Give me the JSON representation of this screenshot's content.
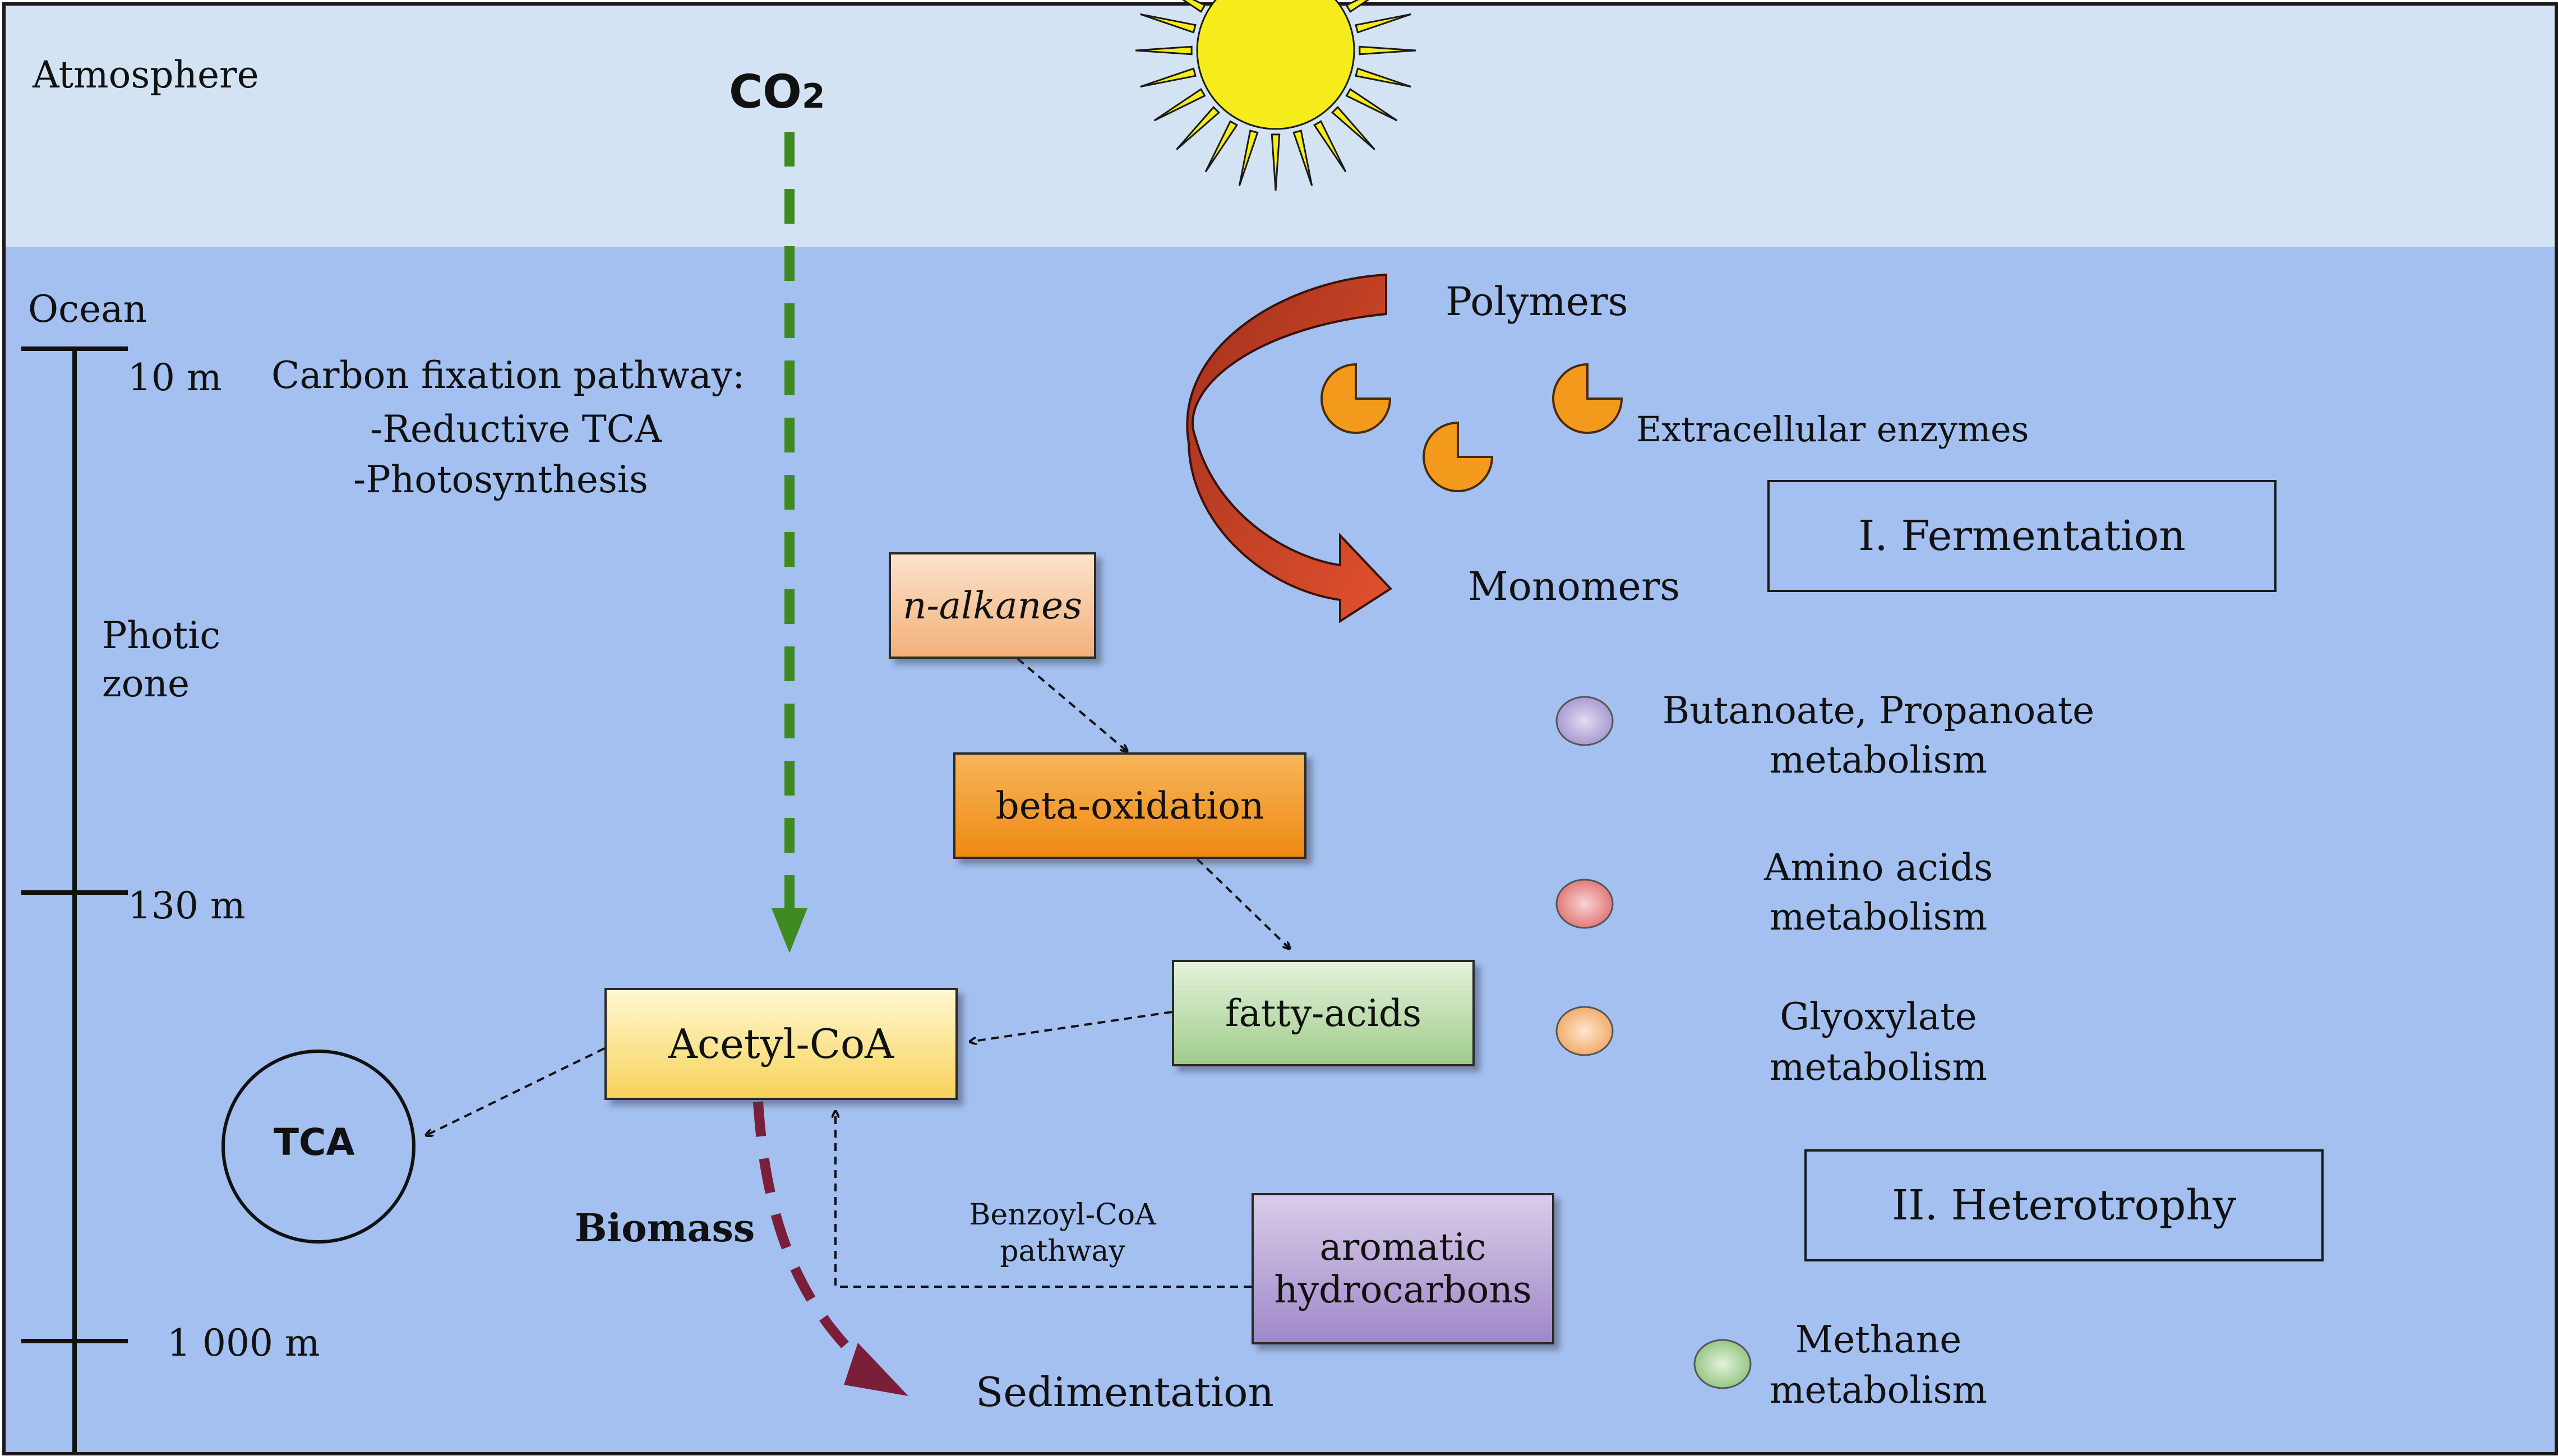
{
  "zones": {
    "atmosphere_label": "Atmosphere",
    "ocean_label": "Ocean"
  },
  "co2": {
    "label": "CO",
    "subscript": "2"
  },
  "depth_scale": {
    "ticks": [
      "10 m",
      "130 m",
      "1 000 m"
    ],
    "zone_label_line1": "Photic",
    "zone_label_line2": "zone"
  },
  "carbon_fixation": {
    "title": "Carbon fixation pathway:",
    "item1": "-Reductive TCA",
    "item2": "-Photosynthesis"
  },
  "degradation": {
    "polymers": "Polymers",
    "monomers": "Monomers",
    "enzymes": "Extracellular enzymes"
  },
  "pathway_boxes": {
    "n_alkanes": "n-alkanes",
    "beta_oxidation": "beta-oxidation",
    "fatty_acids": "fatty-acids",
    "acetyl_coa": "Acetyl-CoA",
    "aromatic_line1": "aromatic",
    "aromatic_line2": "hydrocarbons",
    "tca": "TCA"
  },
  "benzoyl": {
    "line1": "Benzoyl-CoA",
    "line2": "pathway"
  },
  "biomass": {
    "label": "Biomass",
    "sedimentation": "Sedimentation"
  },
  "categories": {
    "fermentation": "I. Fermentation",
    "heterotrophy": "II. Heterotrophy"
  },
  "legend": [
    {
      "line1": "Butanoate, Propanoate",
      "line2": "metabolism",
      "color": "#b8aedc"
    },
    {
      "line1": "Amino acids",
      "line2": "metabolism",
      "color": "#ec9a9a"
    },
    {
      "line1": "Glyoxylate",
      "line2": "metabolism",
      "color": "#f6c38e"
    },
    {
      "line1": "Methane",
      "line2": "metabolism",
      "color": "#b2d7a6"
    }
  ],
  "colors": {
    "atmosphere": "#d3e3f3",
    "ocean": "#a3c0f0",
    "co2_arrow": "#3f8a1f",
    "biomass_arrow": "#7a1e3a",
    "sun": "#f7ec1b",
    "enzyme": "#f39a1d",
    "polymer_arrow": "#c0341f"
  }
}
